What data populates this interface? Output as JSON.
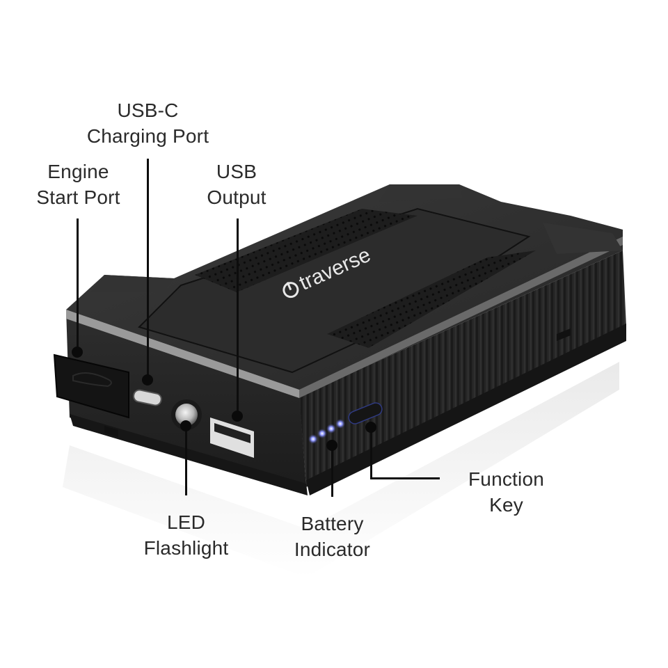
{
  "diagram": {
    "type": "product-callout",
    "product": {
      "brand_logo_text": "traverse",
      "brand_icon": "power-ring-icon",
      "body_color": "#2b2b2b",
      "accent_led_color": "#6f7bff"
    },
    "callouts": [
      {
        "id": "usb-c-charging-port",
        "lines": [
          "USB-C",
          "Charging Port"
        ]
      },
      {
        "id": "engine-start-port",
        "lines": [
          "Engine",
          "Start Port"
        ]
      },
      {
        "id": "usb-output",
        "lines": [
          "USB",
          "Output"
        ]
      },
      {
        "id": "led-flashlight",
        "lines": [
          "LED",
          "Flashlight"
        ]
      },
      {
        "id": "battery-indicator",
        "lines": [
          "Battery",
          "Indicator"
        ]
      },
      {
        "id": "function-key",
        "lines": [
          "Function",
          "Key"
        ]
      }
    ],
    "battery_indicator_leds": 4,
    "leader_color": "#0d0d0d",
    "text_color": "#2a2a2a"
  }
}
